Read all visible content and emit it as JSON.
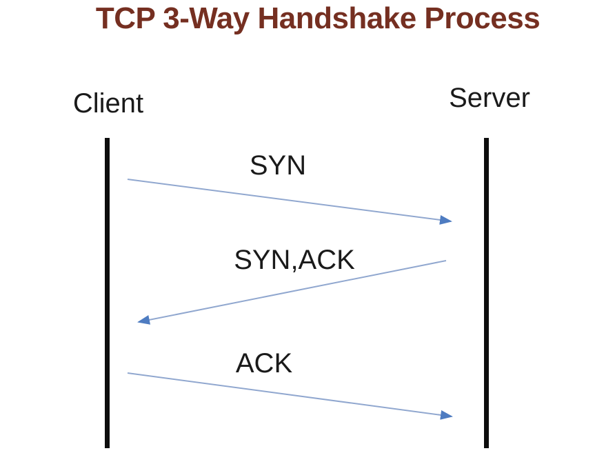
{
  "title": "TCP 3-Way Handshake Process",
  "colors": {
    "title": "#752f21",
    "label_text": "#1a1a1a",
    "lifeline": "#0d0d0d",
    "arrow_line": "#90a7cf",
    "arrow_head": "#4e7cc1"
  },
  "actors": [
    {
      "name": "Client"
    },
    {
      "name": "Server"
    }
  ],
  "messages": [
    {
      "label": "SYN",
      "from": "Client",
      "to": "Server"
    },
    {
      "label": "SYN,ACK",
      "from": "Server",
      "to": "Client"
    },
    {
      "label": "ACK",
      "from": "Client",
      "to": "Server"
    }
  ]
}
